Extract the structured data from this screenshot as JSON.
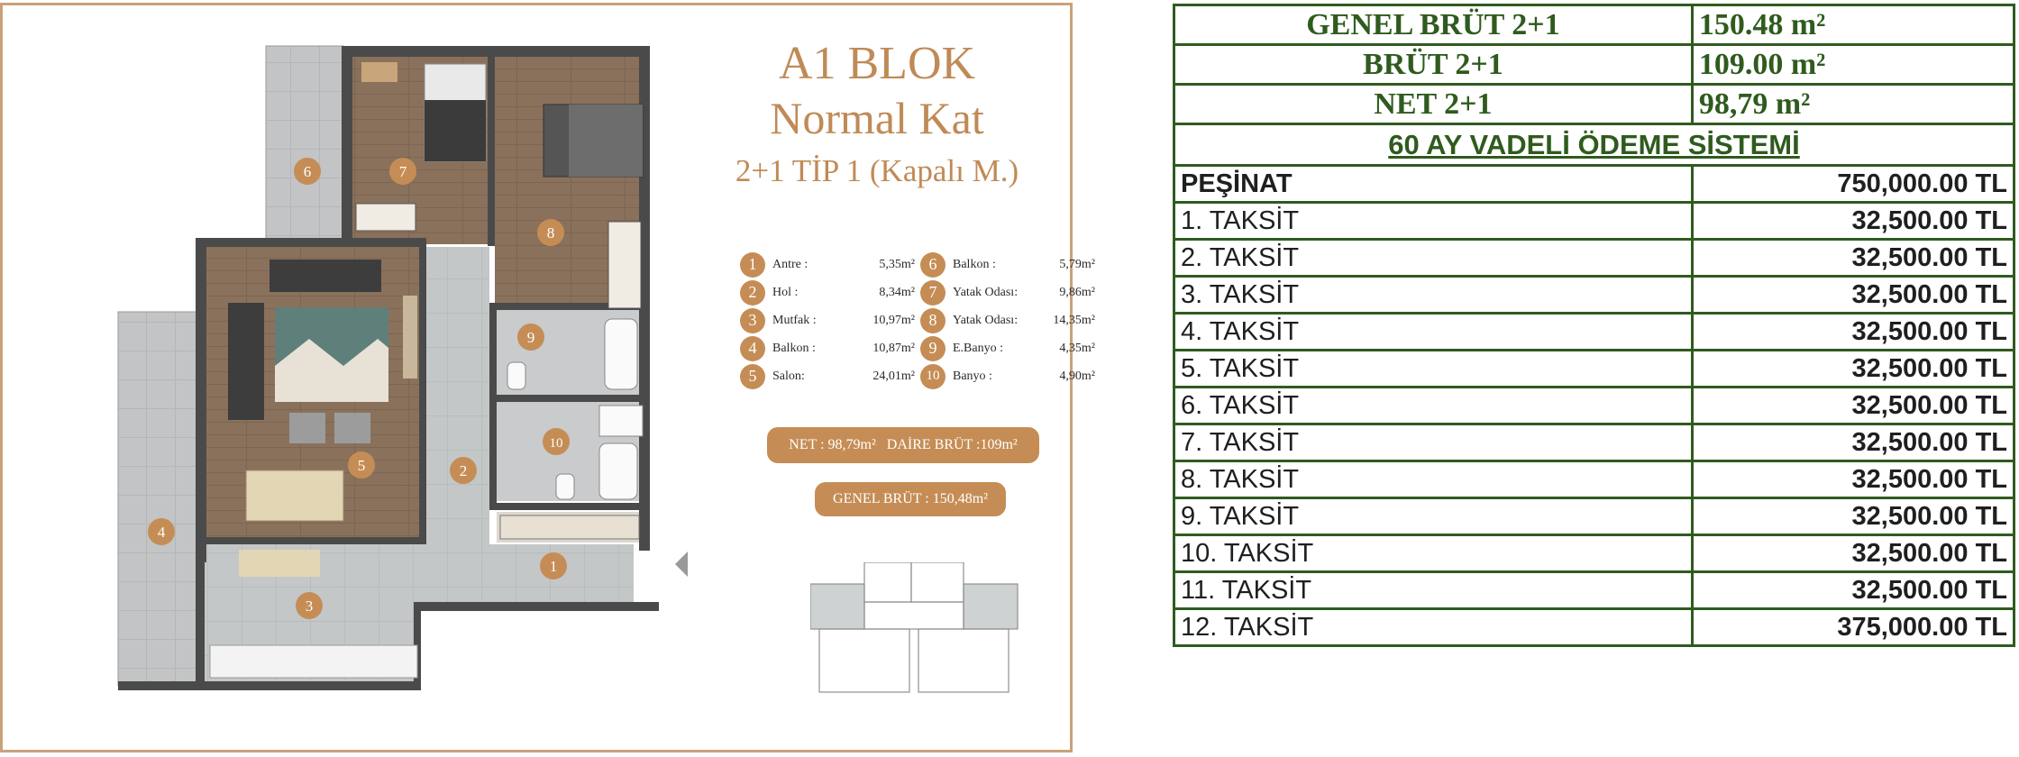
{
  "brochure": {
    "title": "A1 BLOK",
    "subtitle": "Normal Kat",
    "type": "2+1 TİP 1 (Kapalı M.)",
    "rooms": [
      {
        "no": "1",
        "name": "Antre :",
        "area": "5,35m²"
      },
      {
        "no": "2",
        "name": "Hol :",
        "area": "8,34m²"
      },
      {
        "no": "3",
        "name": "Mutfak :",
        "area": "10,97m²"
      },
      {
        "no": "4",
        "name": "Balkon :",
        "area": "10,87m²"
      },
      {
        "no": "5",
        "name": "Salon:",
        "area": "24,01m²"
      },
      {
        "no": "6",
        "name": "Balkon :",
        "area": "5,79m²"
      },
      {
        "no": "7",
        "name": "Yatak Odası:",
        "area": "9,86m²"
      },
      {
        "no": "8",
        "name": "Yatak Odası:",
        "area": "14,35m²"
      },
      {
        "no": "9",
        "name": "E.Banyo :",
        "area": "4,35m²"
      },
      {
        "no": "10",
        "name": "Banyo :",
        "area": "4,90m²"
      }
    ],
    "net_label": "NET : 98,79m²",
    "daire_label": "DAİRE BRÜT :109m²",
    "genel_label": "GENEL BRÜT : 150,48m²",
    "colors": {
      "accent": "#c58d55",
      "border": "#c9a27a",
      "wood": "#8a715c",
      "tile": "#b9bcbd",
      "wall": "#4a4a4a"
    }
  },
  "table": {
    "headers": [
      {
        "label": "GENEL BRÜT 2+1",
        "value": "150.48 m²"
      },
      {
        "label": "BRÜT 2+1",
        "value": "109.00 m²"
      },
      {
        "label": "NET 2+1",
        "value": "98,79 m²"
      }
    ],
    "section_title": "60 AY VADELİ ÖDEME SİSTEMİ",
    "rows": [
      {
        "label": "PEŞİNAT",
        "amount": "750,000.00 TL"
      },
      {
        "label": "1. TAKSİT",
        "amount": "32,500.00 TL"
      },
      {
        "label": "2. TAKSİT",
        "amount": "32,500.00 TL"
      },
      {
        "label": "3. TAKSİT",
        "amount": "32,500.00 TL"
      },
      {
        "label": "4. TAKSİT",
        "amount": "32,500.00 TL"
      },
      {
        "label": "5. TAKSİT",
        "amount": "32,500.00 TL"
      },
      {
        "label": "6. TAKSİT",
        "amount": "32,500.00 TL"
      },
      {
        "label": "7. TAKSİT",
        "amount": "32,500.00 TL"
      },
      {
        "label": "8. TAKSİT",
        "amount": "32,500.00 TL"
      },
      {
        "label": "9. TAKSİT",
        "amount": "32,500.00 TL"
      },
      {
        "label": "10. TAKSİT",
        "amount": "32,500.00 TL"
      },
      {
        "label": "11. TAKSİT",
        "amount": "32,500.00 TL"
      },
      {
        "label": "12. TAKSİT",
        "amount": "375,000.00 TL"
      }
    ],
    "colors": {
      "border": "#2f5b1e",
      "text": "#2f5b1e"
    }
  }
}
